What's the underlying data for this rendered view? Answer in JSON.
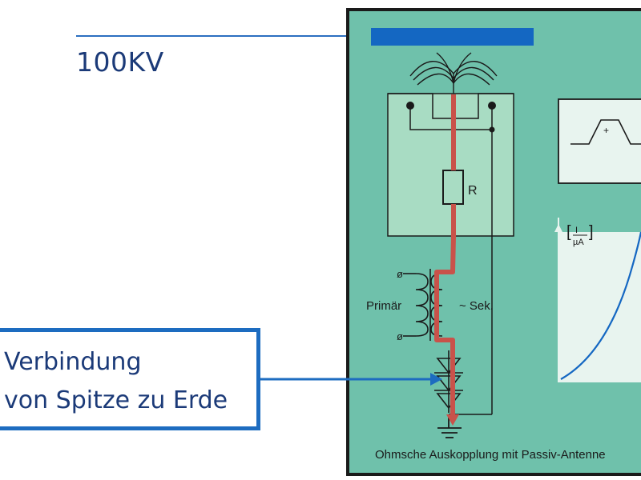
{
  "voltage_label": "100KV",
  "callout": {
    "line1": "Verbindung",
    "line2": "von Spitze zu Erde"
  },
  "circuit": {
    "resistor_label": "R",
    "primary_label": "Primär",
    "secondary_label": "~ Sek.",
    "pulse_sign": "+",
    "unit_numerator": "I",
    "unit_denominator": "µA"
  },
  "caption": "Ohmsche Auskopplung mit Passiv-Antenne",
  "colors": {
    "panel": "#6fc1ab",
    "inner_box": "#a8dcc3",
    "highlight_path": "#c9524a",
    "annotation_blue": "#1d6cc0",
    "text_blue": "#1b3a78"
  }
}
